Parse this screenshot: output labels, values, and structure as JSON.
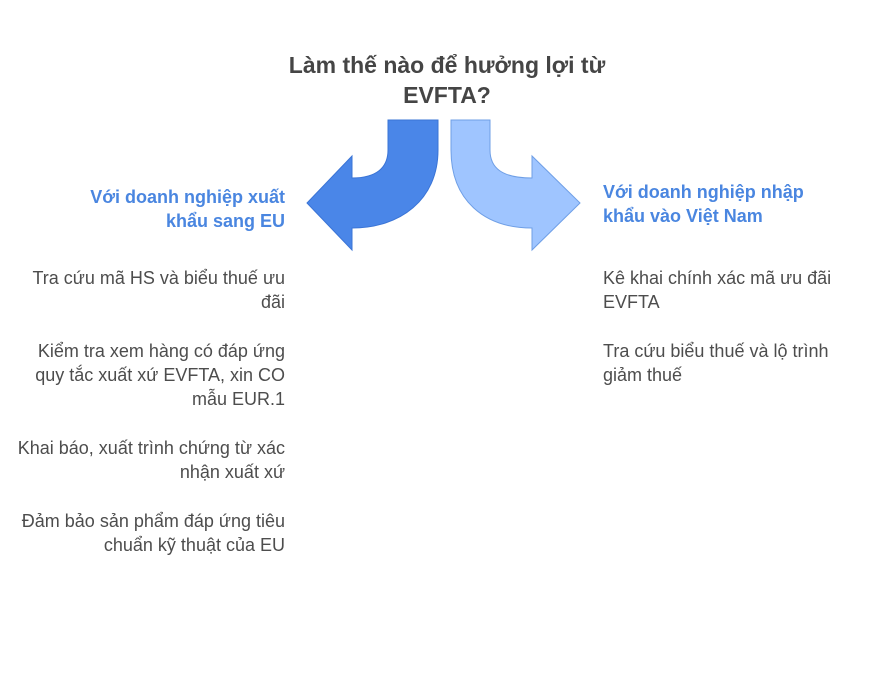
{
  "title": "Làm thế nào để hưởng lợi từ EVFTA?",
  "colors": {
    "left_arrow": "#4a86e8",
    "right_arrow": "#9fc5ff",
    "heading": "#4a86e0",
    "text": "#4d4d4d",
    "title": "#454545"
  },
  "left": {
    "heading": "Với doanh nghiệp xuất khẩu sang EU",
    "items": [
      "Tra cứu mã HS và biểu thuế ưu đãi",
      "Kiểm tra xem hàng có đáp ứng quy tắc xuất xứ EVFTA, xin CO mẫu EUR.1",
      "Khai báo, xuất trình chứng từ xác nhận xuất xứ",
      "Đảm bảo sản phẩm đáp ứng tiêu chuẩn kỹ thuật của EU"
    ]
  },
  "right": {
    "heading": "Với doanh nghiệp nhập khẩu vào Việt Nam",
    "items": [
      "Kê khai chính xác mã ưu đãi EVFTA",
      "Tra cứu biểu thuế và lộ trình giảm thuế"
    ]
  }
}
